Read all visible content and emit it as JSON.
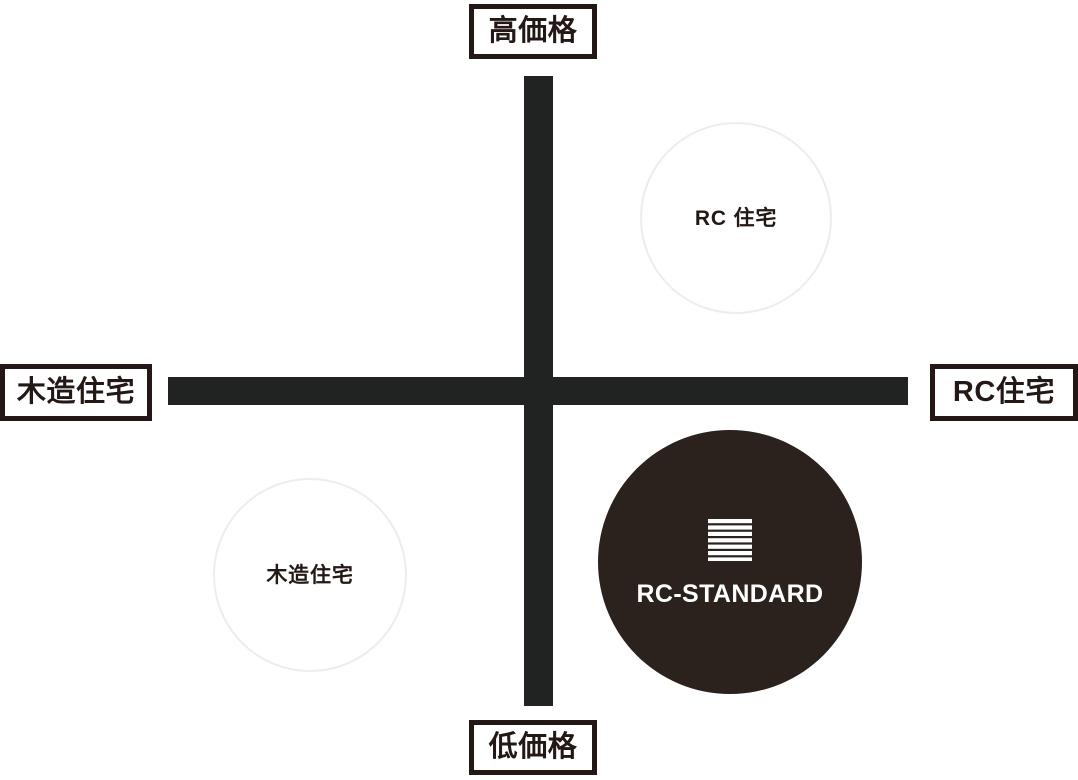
{
  "diagram": {
    "type": "positioning-map",
    "title": "",
    "background_color": "#ffffff",
    "axis_color": "#212322",
    "axes": {
      "vertical": {
        "name": "price-axis",
        "top_label": "高価格",
        "bottom_label": "低価格"
      },
      "horizontal": {
        "name": "construction-axis",
        "left_label": "木造住宅",
        "right_label": "RC住宅"
      }
    },
    "pole_labels": [
      {
        "id": "high-price",
        "text": "高価格",
        "position": "top",
        "border_color": "#231815",
        "text_color": "#231815"
      },
      {
        "id": "low-price",
        "text": "低価格",
        "position": "bottom",
        "border_color": "#231815",
        "text_color": "#231815"
      },
      {
        "id": "wooden-house",
        "text": "木造住宅",
        "position": "left",
        "border_color": "#231815",
        "text_color": "#231815"
      },
      {
        "id": "rc-house",
        "text": "RC住宅",
        "position": "right",
        "border_color": "#231815",
        "text_color": "#231815"
      }
    ],
    "bubbles": [
      {
        "id": "rc-house-bubble",
        "text": "RC 住宅",
        "quadrant": "upper-right",
        "style": "outline",
        "fill_color": "#ffffff",
        "border_color": "#ededeb",
        "text_color": "#231815"
      },
      {
        "id": "wooden-house-bubble",
        "text": "木造住宅",
        "quadrant": "lower-left",
        "style": "outline",
        "fill_color": "#ffffff",
        "border_color": "#ededeb",
        "text_color": "#231815"
      },
      {
        "id": "brand-bubble",
        "text": "RC-STANDARD",
        "quadrant": "lower-right",
        "style": "filled",
        "fill_color": "#2b211d",
        "text_color": "#ffffff",
        "mark": "striped-square-logo-icon"
      }
    ]
  }
}
